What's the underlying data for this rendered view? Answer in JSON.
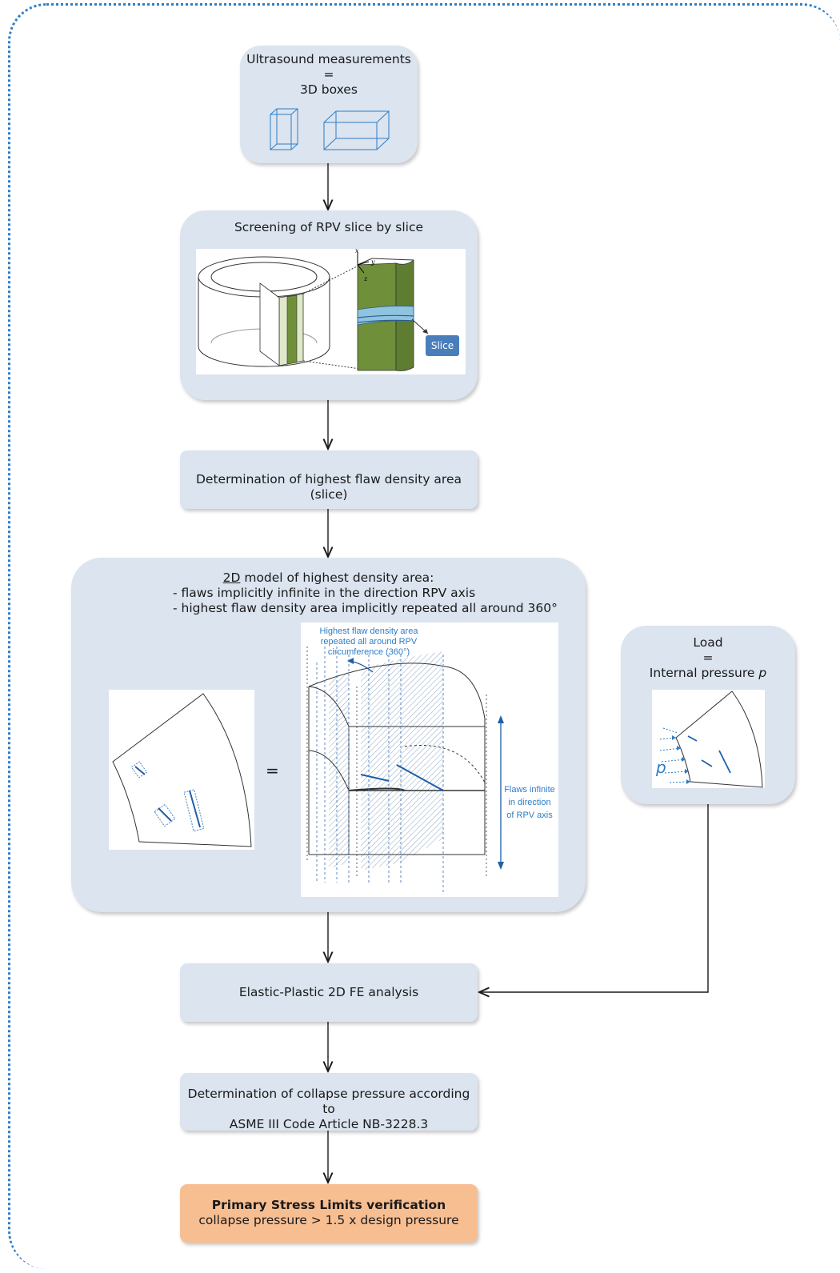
{
  "nodes": {
    "ultrasound": {
      "line1": "Ultrasound measurements",
      "line2": "=",
      "line3": "3D boxes"
    },
    "screening": {
      "title": "Screening of RPV slice by slice",
      "slice_tag": "Slice",
      "axis_x": "x",
      "axis_y": "y",
      "axis_z": "z"
    },
    "highest_density": {
      "label": "Determination of highest flaw density area (slice)"
    },
    "model2d": {
      "title_prefix": "2D",
      "title_rest": " model of highest density area:",
      "bullet1": "-  flaws implicitly infinite in the direction RPV axis",
      "bullet2": "-  highest flaw density area implicitly repeated all around 360°",
      "equals": "=",
      "annotation_top_1": "Highest flaw density area",
      "annotation_top_2": "repeated all around RPV",
      "annotation_top_3": "circumference (360°)",
      "annotation_side_1": "Flaws infinite",
      "annotation_side_2": "in direction",
      "annotation_side_3": "of RPV axis"
    },
    "load": {
      "line1": "Load",
      "line2": "=",
      "line3_prefix": "Internal pressure ",
      "line3_var": "p",
      "p_symbol": "p"
    },
    "fe_analysis": {
      "label": "Elastic-Plastic 2D FE analysis"
    },
    "collapse": {
      "line1": "Determination of collapse pressure according to",
      "line2": "ASME III Code Article NB-3228.3"
    },
    "final": {
      "line1": "Primary Stress Limits verification",
      "line2": "collapse pressure > 1.5 x design pressure"
    }
  },
  "colors": {
    "node_fill": "#dbe4ef",
    "final_fill": "#f7be92",
    "accent_blue": "#2e7dc6",
    "green": "#6f8f3a"
  }
}
